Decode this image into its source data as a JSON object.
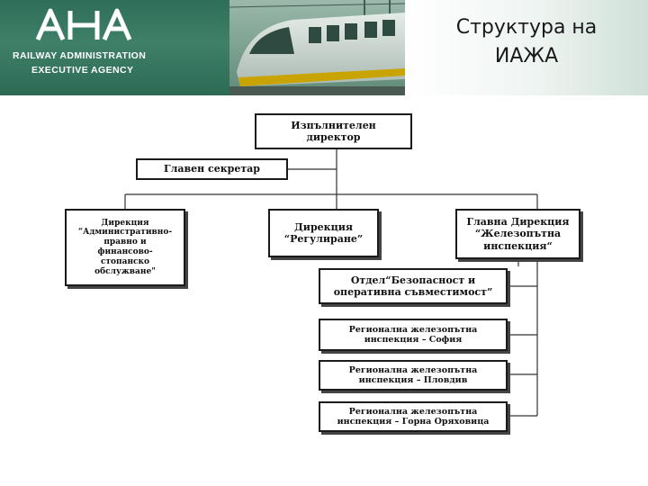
{
  "header": {
    "agency_name_line1": "RAILWAY ADMINISTRATION",
    "agency_name_line2": "EXECUTIVE AGENCY",
    "title_line1": "Структура на",
    "title_line2": "ИАЖА",
    "logo_icon": "iaja-logo-icon",
    "photo_icon": "train-photo"
  },
  "chart": {
    "executive_director": [
      "Изпълнителен",
      "директор"
    ],
    "chief_secretary": "Главен секретар",
    "directorate_admin": [
      "Дирекция",
      "“Административно-",
      "правно и",
      "финансово-",
      "стопанско",
      "обслужване\""
    ],
    "directorate_regulation": [
      "Дирекция",
      "“Регулиране”"
    ],
    "main_directorate_inspection": [
      "Главна Дирекция",
      "“Железопътна",
      "инспекция“"
    ],
    "safety_department": [
      "Отдел“Безопасност и",
      "оперативна съвместимост”"
    ],
    "regional_sofia": [
      "Регионална железопътна",
      "инспекция – София"
    ],
    "regional_plovdiv": [
      "Регионална железопътна",
      "инспекция – Пловдив"
    ],
    "regional_gorna": [
      "Регионална железопътна",
      "инспекция – Горна Оряховица"
    ]
  }
}
